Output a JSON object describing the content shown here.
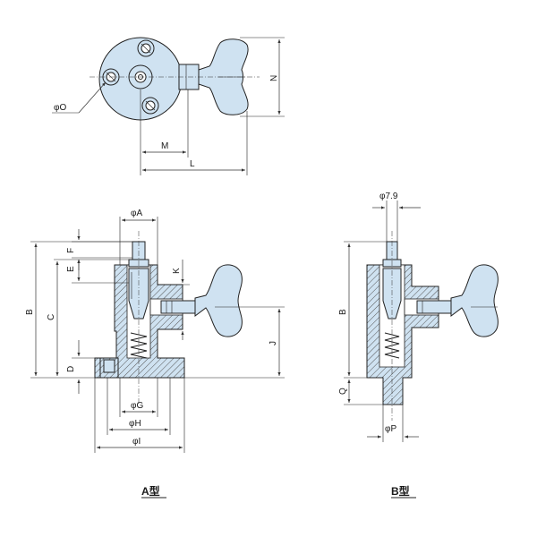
{
  "colors": {
    "part_fill": "#cfe2f1",
    "hatch": "#555555",
    "outline": "#222222",
    "dim_line": "#333333"
  },
  "top_view": {
    "labels": {
      "O": "φO",
      "M": "M",
      "L": "L",
      "N": "N"
    }
  },
  "type_a": {
    "caption": "A型",
    "labels": {
      "A": "φA",
      "F": "F",
      "E": "E",
      "K": "K",
      "B": "B",
      "C": "C",
      "D": "D",
      "J": "J",
      "G": "φG",
      "H": "φH",
      "I": "φI"
    }
  },
  "type_b": {
    "caption": "B型",
    "labels": {
      "stem_dia": "φ7.9",
      "B": "B",
      "Q": "Q",
      "P": "φP"
    }
  }
}
